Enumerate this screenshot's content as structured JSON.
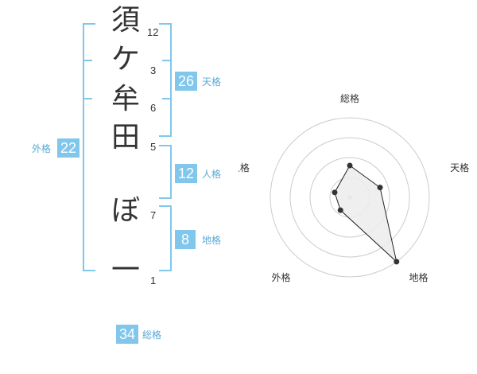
{
  "name": {
    "chars": [
      {
        "char": "須",
        "strokes": "12"
      },
      {
        "char": "ケ",
        "strokes": "3"
      },
      {
        "char": "牟",
        "strokes": "6"
      },
      {
        "char": "田",
        "strokes": "5"
      },
      {
        "char": "ぼ",
        "strokes": "7"
      },
      {
        "char": "一",
        "strokes": "1"
      }
    ]
  },
  "scores": {
    "tenkaku": {
      "value": "26",
      "label": "天格"
    },
    "jinkaku": {
      "value": "12",
      "label": "人格"
    },
    "chikaku": {
      "value": "8",
      "label": "地格"
    },
    "gaikaku": {
      "value": "22",
      "label": "外格"
    },
    "soukaku": {
      "value": "34",
      "label": "総格"
    }
  },
  "chart_data": {
    "type": "radar",
    "axes": [
      "総格",
      "天格",
      "地格",
      "外格",
      "人格"
    ],
    "series": [
      {
        "values": [
          2,
          2,
          5,
          1,
          1
        ]
      }
    ],
    "range": [
      0,
      5
    ],
    "rings": 4,
    "colors": {
      "line": "#222222",
      "fill": "#ececec",
      "ring": "#cccccc",
      "point": "#333333"
    }
  },
  "colors": {
    "accent": "#81c7ec",
    "accent_text": "#5aa9d6"
  }
}
